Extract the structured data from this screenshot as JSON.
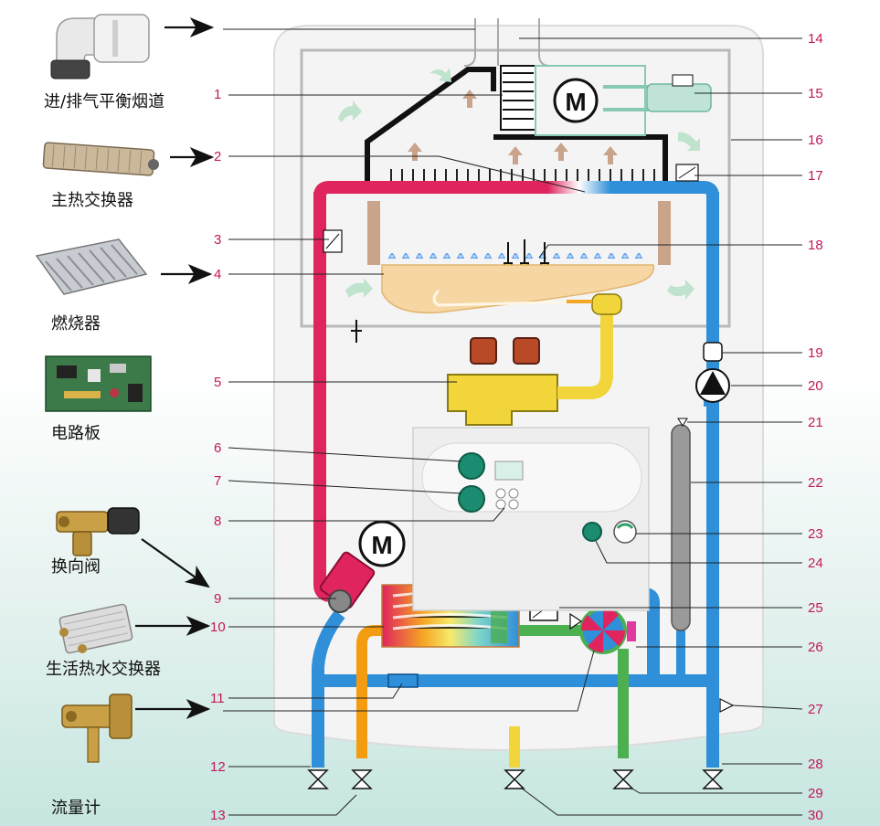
{
  "motor_symbol": "M",
  "components": [
    {
      "label": "进/排气平衡烟道",
      "icon": "flue-elbow-icon"
    },
    {
      "label": "主热交换器",
      "icon": "main-heat-exchanger-icon"
    },
    {
      "label": "燃烧器",
      "icon": "burner-icon"
    },
    {
      "label": "电路板",
      "icon": "circuit-board-icon"
    },
    {
      "label": "换向阀",
      "icon": "diverter-valve-icon"
    },
    {
      "label": "生活热水交换器",
      "icon": "plate-heat-exchanger-icon"
    },
    {
      "label": "流量计",
      "icon": "flow-meter-icon"
    }
  ],
  "callouts": [
    "1",
    "2",
    "3",
    "4",
    "5",
    "6",
    "7",
    "8",
    "9",
    "10",
    "11",
    "12",
    "13",
    "14",
    "15",
    "16",
    "17",
    "18",
    "19",
    "20",
    "21",
    "22",
    "23",
    "24",
    "25",
    "26",
    "27",
    "28",
    "29",
    "30"
  ],
  "colors": {
    "hot_pipe": "#e0245e",
    "cold_pipe": "#2f8fd8",
    "dhw_pipe": "#f39c12",
    "gas_pipe": "#f1d53a",
    "return_pipe": "#4caf50",
    "number_text": "#c2185b",
    "housing": "#f4f4f4"
  }
}
